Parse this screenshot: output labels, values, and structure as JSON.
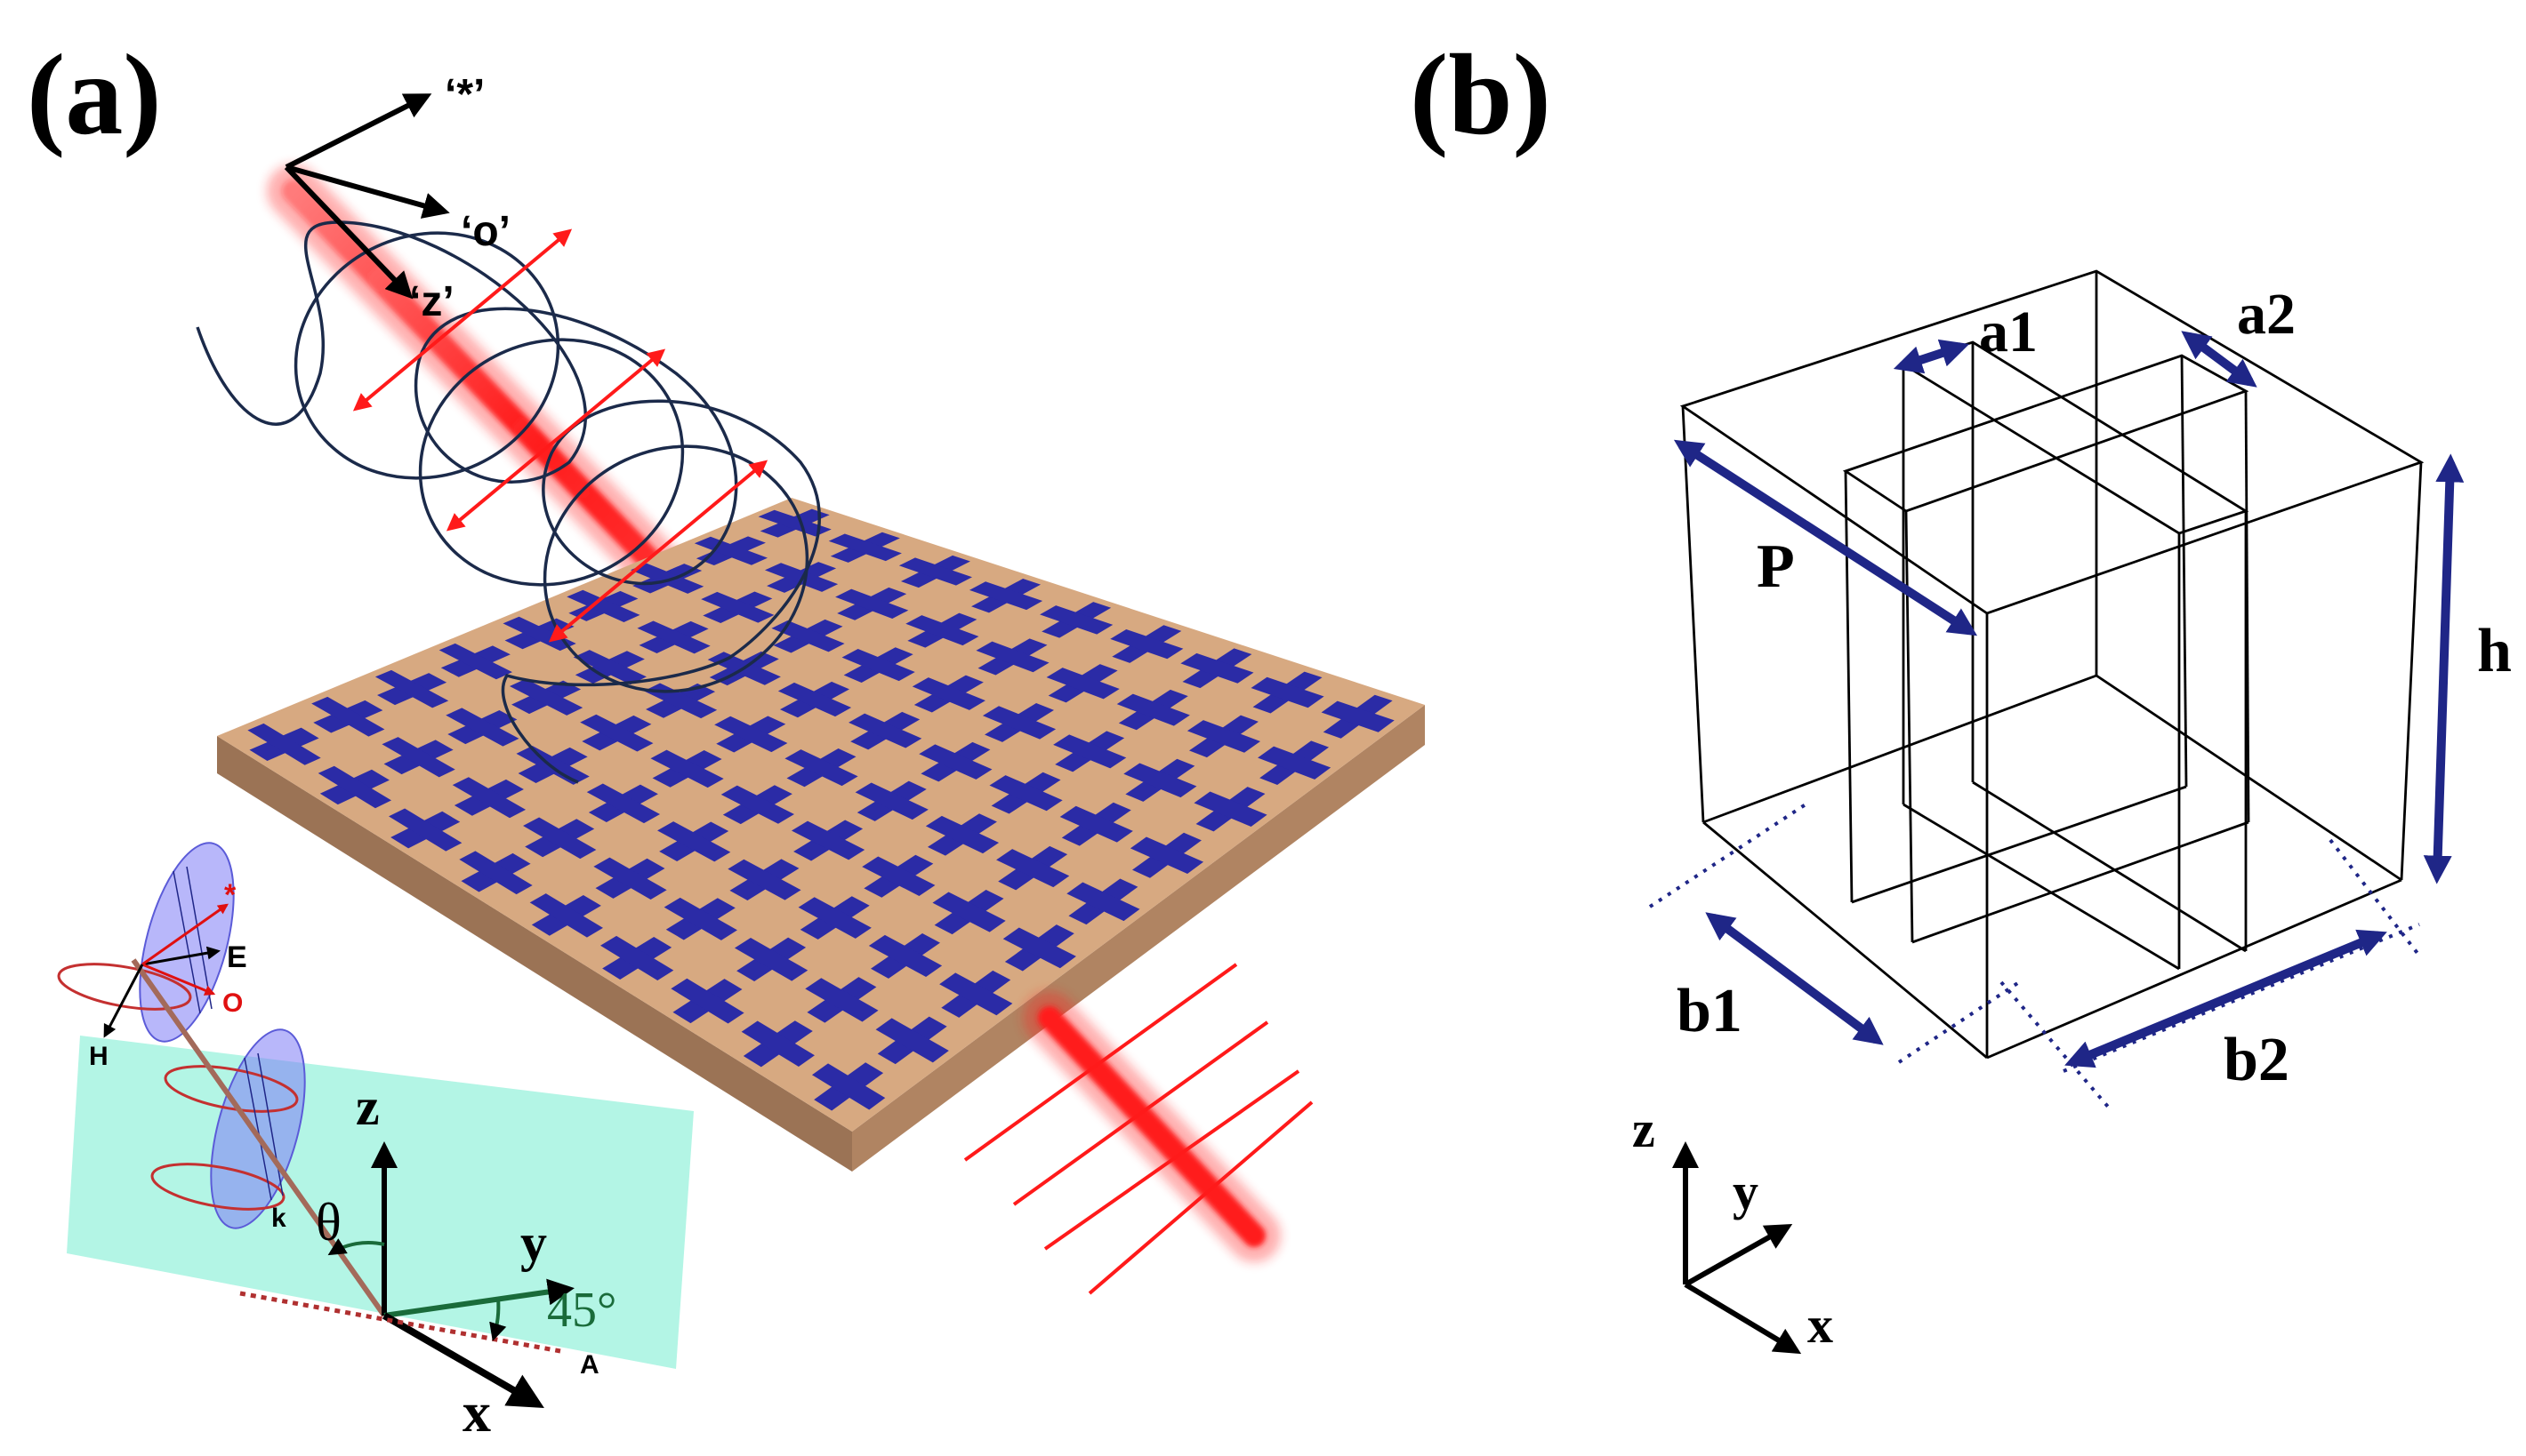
{
  "panels": {
    "a": {
      "label": "(a)",
      "beam_axes": {
        "star": "‘*’",
        "o": "‘o’",
        "z": "‘z’"
      },
      "inset": {
        "field_labels": {
          "star": "*",
          "e": "E",
          "o": "O",
          "h": "H",
          "k": "k"
        },
        "axes": {
          "z": "z",
          "y": "y",
          "x": "x",
          "a": "A"
        },
        "theta": "θ",
        "angle": "45°"
      }
    },
    "b": {
      "label": "(b)",
      "dimensions": {
        "a1": "a1",
        "a2": "a2",
        "p": "P",
        "h": "h",
        "b1": "b1",
        "b2": "b2"
      },
      "axes": {
        "z": "z",
        "y": "y",
        "x": "x"
      }
    }
  },
  "colors": {
    "beam": "#ff1a1a",
    "cross": "#2b2ba6",
    "slab_top": "#d7a981",
    "slab_front": "#b08462",
    "slab_side": "#9b7355",
    "dimension_arrow": "#1f2687",
    "plane": "#b3f5e5",
    "helix": "#1b2a4a"
  }
}
